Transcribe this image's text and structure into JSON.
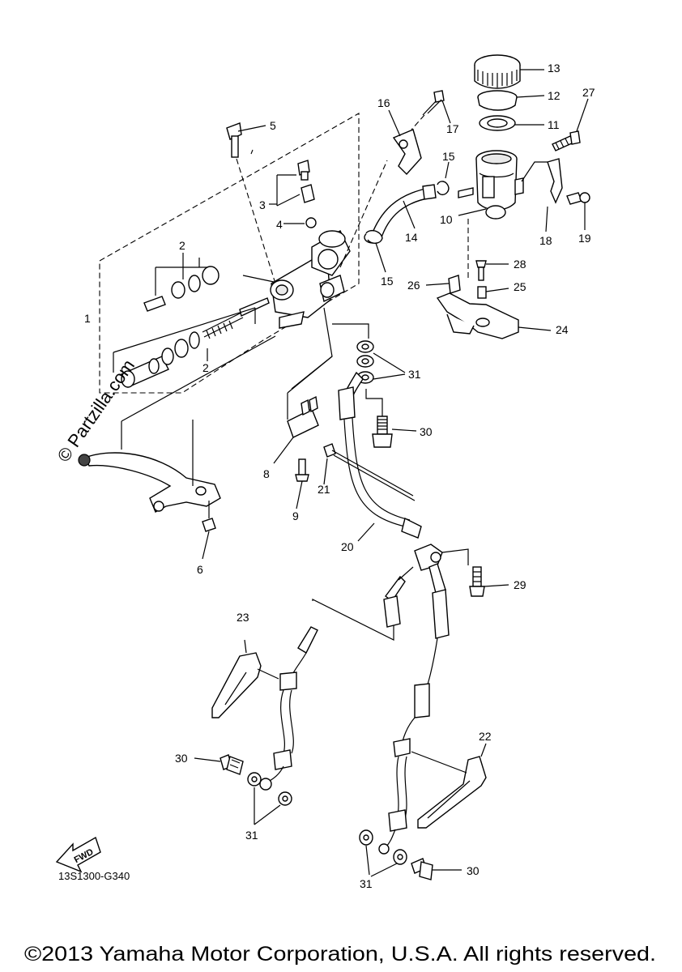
{
  "callouts": {
    "p1": "1",
    "p2a": "2",
    "p2b": "2",
    "p3": "3",
    "p4": "4",
    "p5": "5",
    "p6": "6",
    "p8": "8",
    "p9": "9",
    "p10": "10",
    "p11": "11",
    "p12": "12",
    "p13": "13",
    "p14": "14",
    "p15a": "15",
    "p15b": "15",
    "p16": "16",
    "p17": "17",
    "p18": "18",
    "p19": "19",
    "p20": "20",
    "p21": "21",
    "p22": "22",
    "p23": "23",
    "p24": "24",
    "p25": "25",
    "p26": "26",
    "p27": "27",
    "p28": "28",
    "p29": "29",
    "p30a": "30",
    "p30b": "30",
    "p30c": "30",
    "p31a": "31",
    "p31b": "31",
    "p31c": "31"
  },
  "watermark": "© Partzilla.com",
  "diagram_code": "13S1300-G340",
  "fwd_label": "FWD",
  "copyright": "©2013 Yamaha Motor Corporation, U.S.A. All rights reserved."
}
